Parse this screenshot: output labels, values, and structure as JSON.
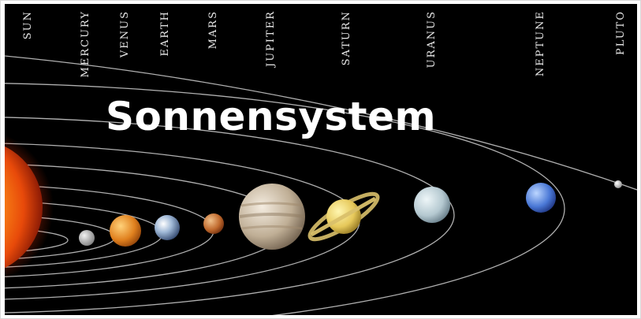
{
  "title": "Sonnensystem",
  "bodies": [
    {
      "key": "sun",
      "label": "SUN"
    },
    {
      "key": "mercury",
      "label": "MERCURY"
    },
    {
      "key": "venus",
      "label": "VENUS"
    },
    {
      "key": "earth",
      "label": "EARTH"
    },
    {
      "key": "mars",
      "label": "MARS"
    },
    {
      "key": "jupiter",
      "label": "JUPITER"
    },
    {
      "key": "saturn",
      "label": "SATURN"
    },
    {
      "key": "uranus",
      "label": "URANUS"
    },
    {
      "key": "neptune",
      "label": "NEPTUNE"
    },
    {
      "key": "pluto",
      "label": "PLUTO"
    }
  ],
  "colors": {
    "background": "#000000",
    "orbit": "#cfcfcf",
    "label": "#e8e8e8",
    "title": "#ffffff"
  }
}
